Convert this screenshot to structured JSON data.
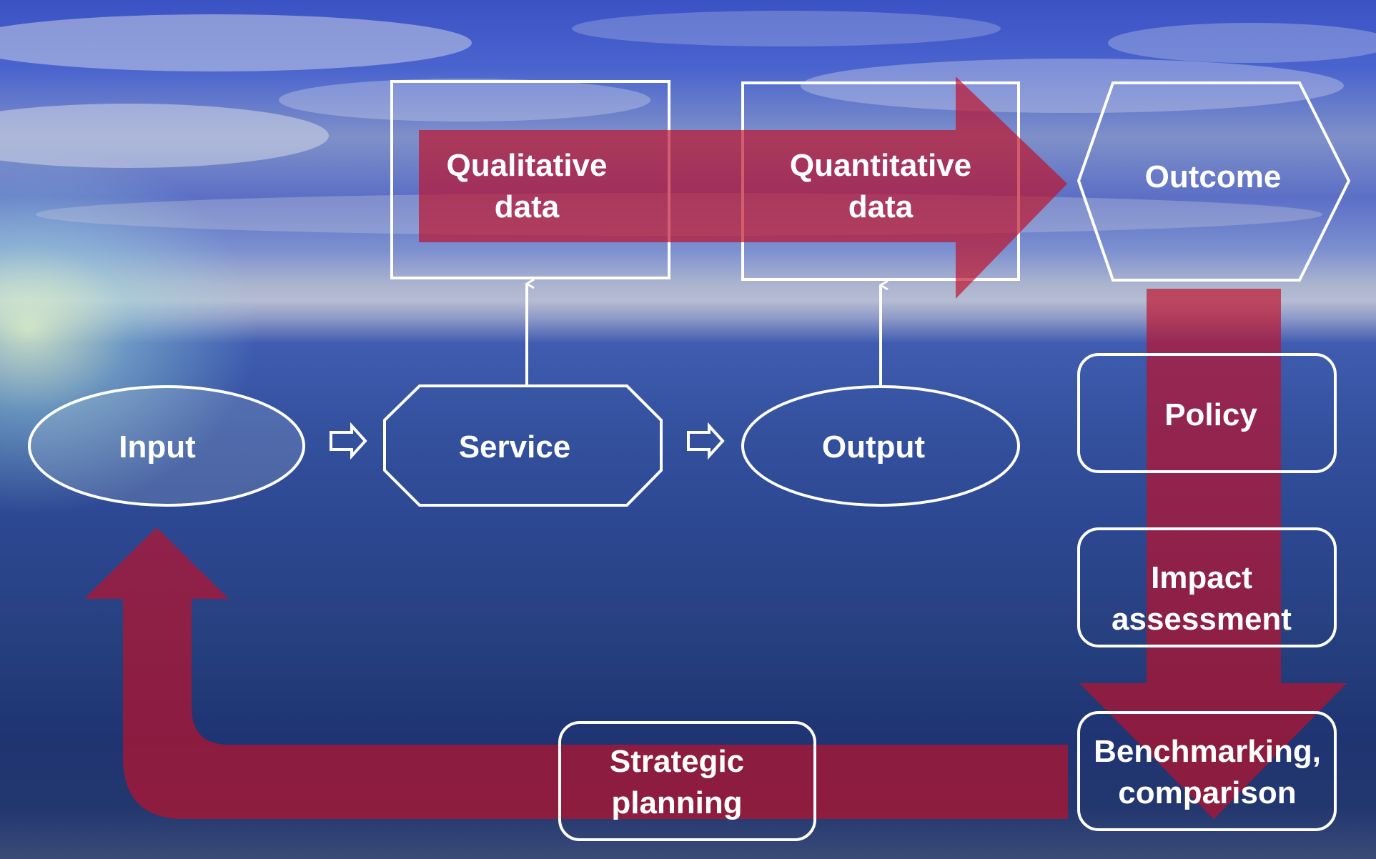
{
  "nodes": {
    "qualitative_data": [
      "Qualitative",
      "data"
    ],
    "quantitative_data": [
      "Quantitative",
      "data"
    ],
    "outcome": "Outcome",
    "input": "Input",
    "service": "Service",
    "output": "Output",
    "policy": "Policy",
    "impact_assessment": [
      "Impact",
      "assessment"
    ],
    "benchmarking_comparison": [
      "Benchmarking,",
      "comparison"
    ],
    "strategic_planning": [
      "Strategic",
      "planning"
    ]
  },
  "colors": {
    "arrow_fill": "#c0102a",
    "outline": "#ffffff",
    "text": "#ffffff"
  }
}
